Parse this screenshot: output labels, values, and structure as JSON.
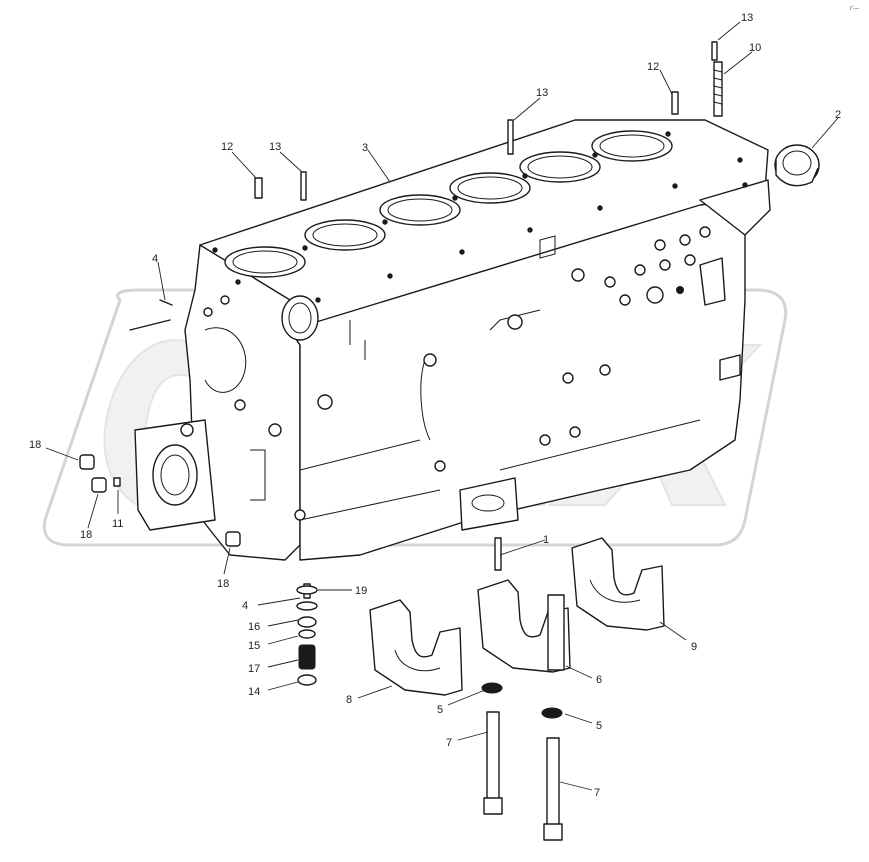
{
  "corner_mark": "r'—",
  "watermark": {
    "text": "OPEX"
  },
  "callouts": [
    {
      "id": "c1",
      "label": "1"
    },
    {
      "id": "c2",
      "label": "2"
    },
    {
      "id": "c3",
      "label": "3"
    },
    {
      "id": "c4a",
      "label": "4"
    },
    {
      "id": "c4b",
      "label": "4"
    },
    {
      "id": "c5a",
      "label": "5"
    },
    {
      "id": "c5b",
      "label": "5"
    },
    {
      "id": "c6",
      "label": "6"
    },
    {
      "id": "c7a",
      "label": "7"
    },
    {
      "id": "c7b",
      "label": "7"
    },
    {
      "id": "c8",
      "label": "8"
    },
    {
      "id": "c9",
      "label": "9"
    },
    {
      "id": "c10",
      "label": "10"
    },
    {
      "id": "c11",
      "label": "11"
    },
    {
      "id": "c12a",
      "label": "12"
    },
    {
      "id": "c12b",
      "label": "12"
    },
    {
      "id": "c13a",
      "label": "13"
    },
    {
      "id": "c13b",
      "label": "13"
    },
    {
      "id": "c13c",
      "label": "13"
    },
    {
      "id": "c14",
      "label": "14"
    },
    {
      "id": "c15",
      "label": "15"
    },
    {
      "id": "c16",
      "label": "16"
    },
    {
      "id": "c17",
      "label": "17"
    },
    {
      "id": "c18a",
      "label": "18"
    },
    {
      "id": "c18b",
      "label": "18"
    },
    {
      "id": "c18c",
      "label": "18"
    },
    {
      "id": "c19",
      "label": "19"
    }
  ]
}
